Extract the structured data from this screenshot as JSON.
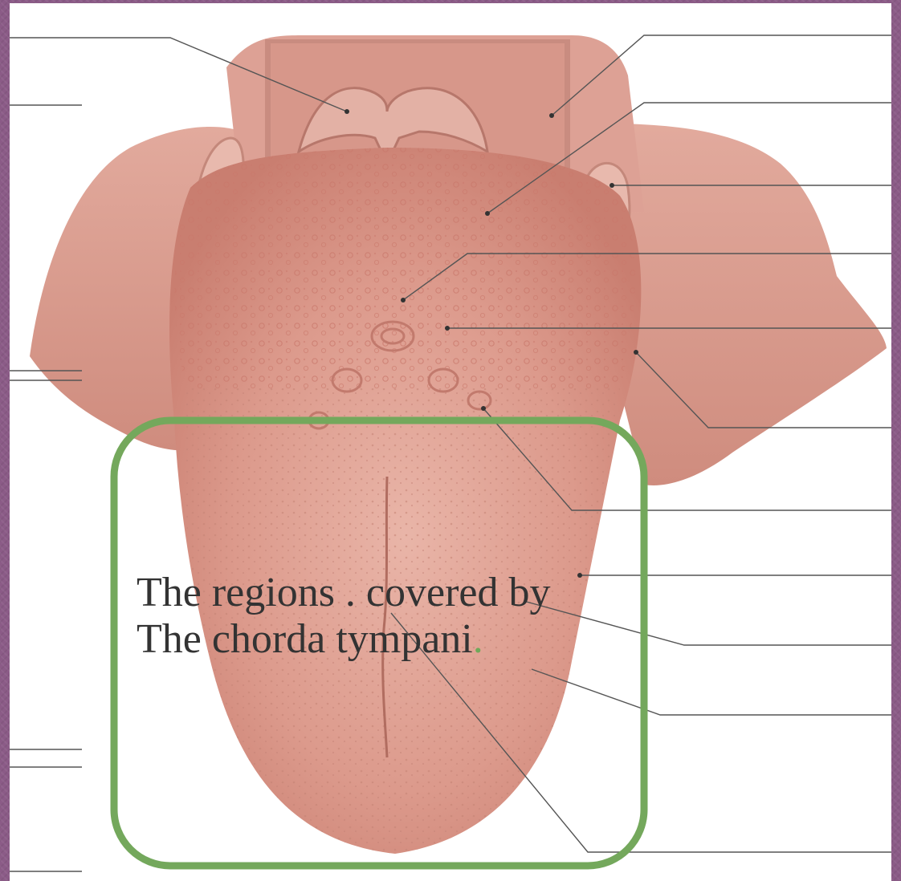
{
  "diagram": {
    "subject": "tongue-anatomy",
    "highlight_color": "#74a85c",
    "caption_lines": [
      "The regions . covered by",
      "The chorda tympani"
    ],
    "caption_trailing_mark": "."
  }
}
